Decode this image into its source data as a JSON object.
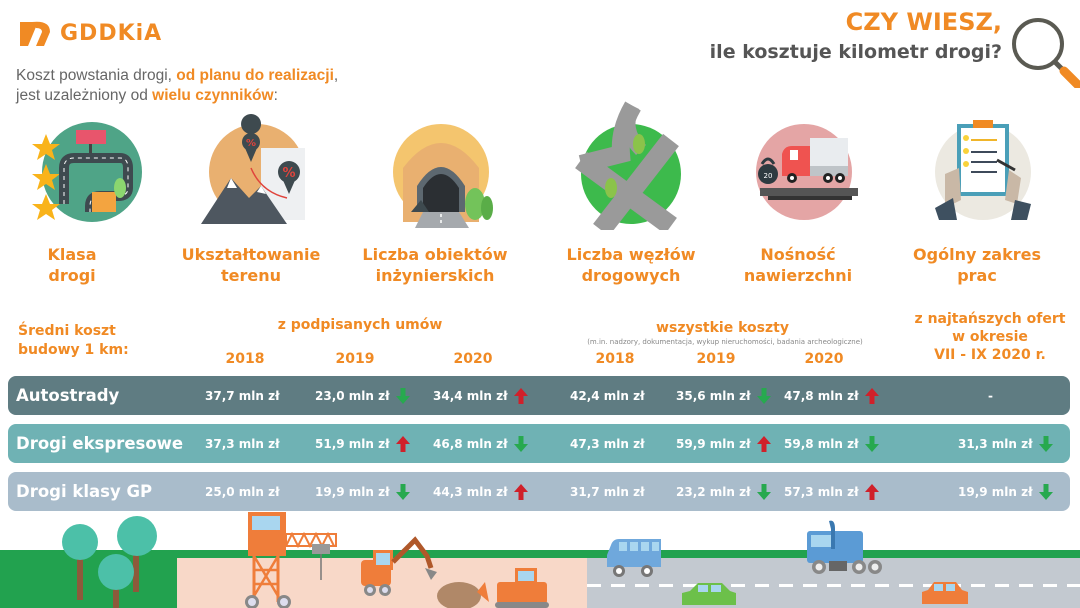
{
  "header": {
    "logo_text": "GDDKiA",
    "intro_line1_a": "Koszt powstania drogi, ",
    "intro_line1_b": "od planu do realizacji",
    "intro_line1_c": ",",
    "intro_line2_a": "jest uzależniony od ",
    "intro_line2_b": "wielu czynników",
    "intro_line2_c": ":",
    "title_line1": "CZY WIESZ,",
    "title_line2": "ile kosztuje kilometr drogi?",
    "magnifier_icon": "magnifier-icon"
  },
  "factors": [
    {
      "line1": "Klasa",
      "line2": "drogi",
      "icon": "road-class-icon",
      "bg": "#4fa487"
    },
    {
      "line1": "Ukształtowanie",
      "line2": "terenu",
      "icon": "terrain-icon",
      "bg": "#e9b070"
    },
    {
      "line1": "Liczba obiektów",
      "line2": "inżynierskich",
      "icon": "tunnel-icon",
      "bg": "#f4c56e"
    },
    {
      "line1": "Liczba węzłów",
      "line2": "drogowych",
      "icon": "interchange-icon",
      "bg": "#3dba4c"
    },
    {
      "line1": "Nośność",
      "line2": "nawierzchni",
      "icon": "truck-load-icon",
      "bg": "#e4a5a5"
    },
    {
      "line1": "Ogólny zakres",
      "line2": "prac",
      "icon": "clipboard-icon",
      "bg": "#ece9e1"
    }
  ],
  "table": {
    "left_header_line1": "Średni koszt",
    "left_header_line2": "budowy 1 km:",
    "group1_title": "z podpisanych umów",
    "group2_title": "wszystkie koszty",
    "group2_note": "(m.in. nadzory, dokumentacja, wykup nieruchomości, badania archeologiczne)",
    "group3_line1": "z najtańszych ofert",
    "group3_line2": "w okresie",
    "group3_line3": "VII - IX 2020 r.",
    "years": [
      "2018",
      "2019",
      "2020"
    ],
    "rows": [
      {
        "label": "Autostrady",
        "bg": "#5f7c82",
        "contracts": [
          {
            "v": "37,7 mln zł",
            "t": ""
          },
          {
            "v": "23,0 mln zł",
            "t": "down"
          },
          {
            "v": "34,4 mln zł",
            "t": "up"
          }
        ],
        "all_costs": [
          {
            "v": "42,4 mln zł",
            "t": ""
          },
          {
            "v": "35,6 mln zł",
            "t": "down"
          },
          {
            "v": "47,8 mln zł",
            "t": "up"
          }
        ],
        "cheapest": {
          "v": "-",
          "t": ""
        }
      },
      {
        "label": "Drogi ekspresowe",
        "bg": "#6fb2b4",
        "contracts": [
          {
            "v": "37,3 mln zł",
            "t": ""
          },
          {
            "v": "51,9 mln zł",
            "t": "up"
          },
          {
            "v": "46,8 mln zł",
            "t": "down"
          }
        ],
        "all_costs": [
          {
            "v": "47,3 mln zł",
            "t": ""
          },
          {
            "v": "59,9 mln zł",
            "t": "up"
          },
          {
            "v": "59,8 mln zł",
            "t": "down"
          }
        ],
        "cheapest": {
          "v": "31,3 mln zł",
          "t": "down"
        }
      },
      {
        "label": "Drogi klasy GP",
        "bg": "#a9bccb",
        "contracts": [
          {
            "v": "25,0 mln zł",
            "t": ""
          },
          {
            "v": "19,9 mln zł",
            "t": "down"
          },
          {
            "v": "44,3 mln zł",
            "t": "up"
          }
        ],
        "all_costs": [
          {
            "v": "31,7 mln zł",
            "t": ""
          },
          {
            "v": "23,2 mln zł",
            "t": "down"
          },
          {
            "v": "57,3 mln zł",
            "t": "up"
          }
        ],
        "cheapest": {
          "v": "19,9 mln zł",
          "t": "down"
        }
      }
    ]
  },
  "colors": {
    "accent": "#f08a24",
    "text_gray": "#555555",
    "arrow_up": "#d0202a",
    "arrow_down": "#27a94f"
  }
}
